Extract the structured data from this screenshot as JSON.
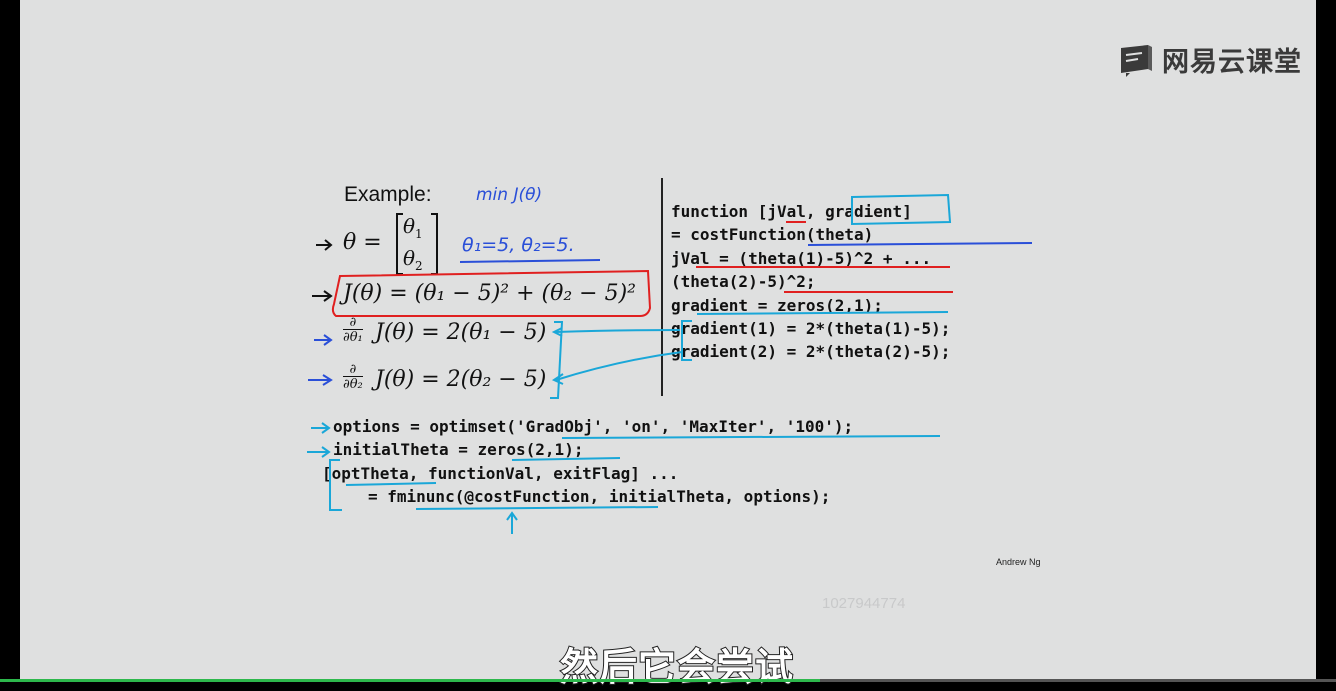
{
  "logo": {
    "text": "网易云课堂",
    "icon": "notebook-icon"
  },
  "slide": {
    "example_label": "Example:",
    "math": {
      "theta_def": "θ =",
      "theta1": "θ",
      "theta1_sub": "1",
      "theta2": "θ",
      "theta2_sub": "2",
      "cost": "J(θ) = (θ₁ − 5)² + (θ₂ − 5)²",
      "d1_prefix": "∂",
      "d1_denom": "∂θ₁",
      "d1_rest": "J(θ) = 2(θ₁ − 5)",
      "d2_prefix": "∂",
      "d2_denom": "∂θ₂",
      "d2_rest": "J(θ) = 2(θ₂ − 5)"
    },
    "handwriting": {
      "min_label": "min J(θ)",
      "theta_values": "θ₁=5, θ₂=5."
    },
    "code_right": [
      "function [jVal, gradient]",
      "          = costFunction(theta)",
      "  jVal = (theta(1)-5)^2 + ...",
      "         (theta(2)-5)^2;",
      "  gradient = zeros(2,1);",
      "  gradient(1) = 2*(theta(1)-5);",
      "  gradient(2) = 2*(theta(2)-5);"
    ],
    "code_bottom": [
      "options = optimset('GradObj', 'on', 'MaxIter', '100');",
      "initialTheta = zeros(2,1);",
      "[optTheta, functionVal, exitFlag] ...",
      "   = fminunc(@costFunction, initialTheta, options);"
    ],
    "credit": "Andrew Ng"
  },
  "watermark": "1027944774",
  "subtitle": "然后它会尝试",
  "playback": {
    "progress": 0.614
  }
}
